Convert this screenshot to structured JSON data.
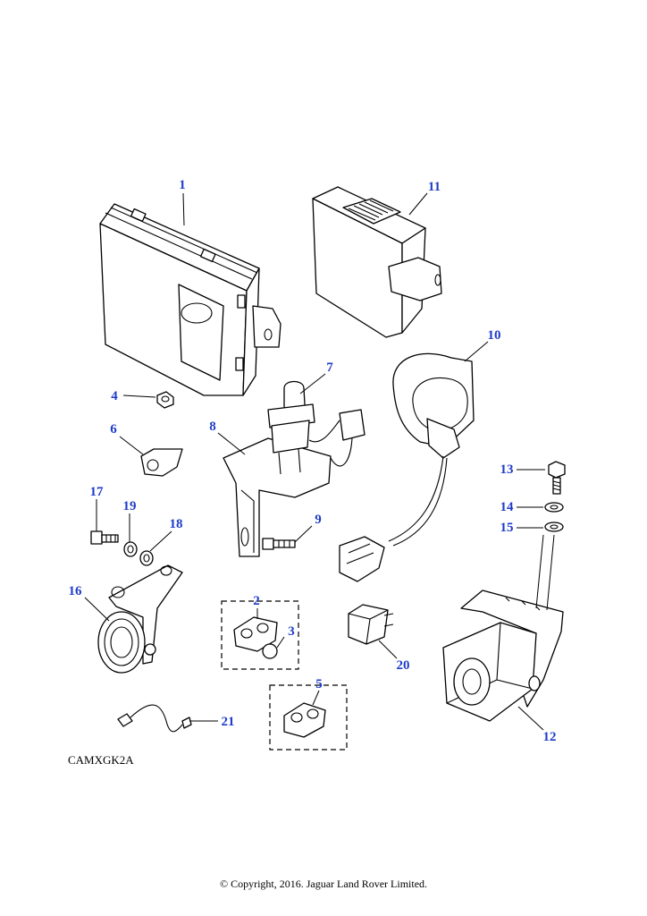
{
  "diagram": {
    "reference_code": "CAMXGK2A",
    "copyright": "© Copyright, 2016. Jaguar Land Rover Limited.",
    "callouts": [
      {
        "id": "c1",
        "label": "1"
      },
      {
        "id": "c2",
        "label": "2"
      },
      {
        "id": "c3",
        "label": "3"
      },
      {
        "id": "c4",
        "label": "4"
      },
      {
        "id": "c5",
        "label": "5"
      },
      {
        "id": "c6",
        "label": "6"
      },
      {
        "id": "c7",
        "label": "7"
      },
      {
        "id": "c8",
        "label": "8"
      },
      {
        "id": "c9",
        "label": "9"
      },
      {
        "id": "c10",
        "label": "10"
      },
      {
        "id": "c11",
        "label": "11"
      },
      {
        "id": "c12",
        "label": "12"
      },
      {
        "id": "c13",
        "label": "13"
      },
      {
        "id": "c14",
        "label": "14"
      },
      {
        "id": "c15",
        "label": "15"
      },
      {
        "id": "c16",
        "label": "16"
      },
      {
        "id": "c17",
        "label": "17"
      },
      {
        "id": "c18",
        "label": "18"
      },
      {
        "id": "c19",
        "label": "19"
      },
      {
        "id": "c20",
        "label": "20"
      },
      {
        "id": "c21",
        "label": "21"
      }
    ],
    "callout_color": "#1f3cc9"
  }
}
